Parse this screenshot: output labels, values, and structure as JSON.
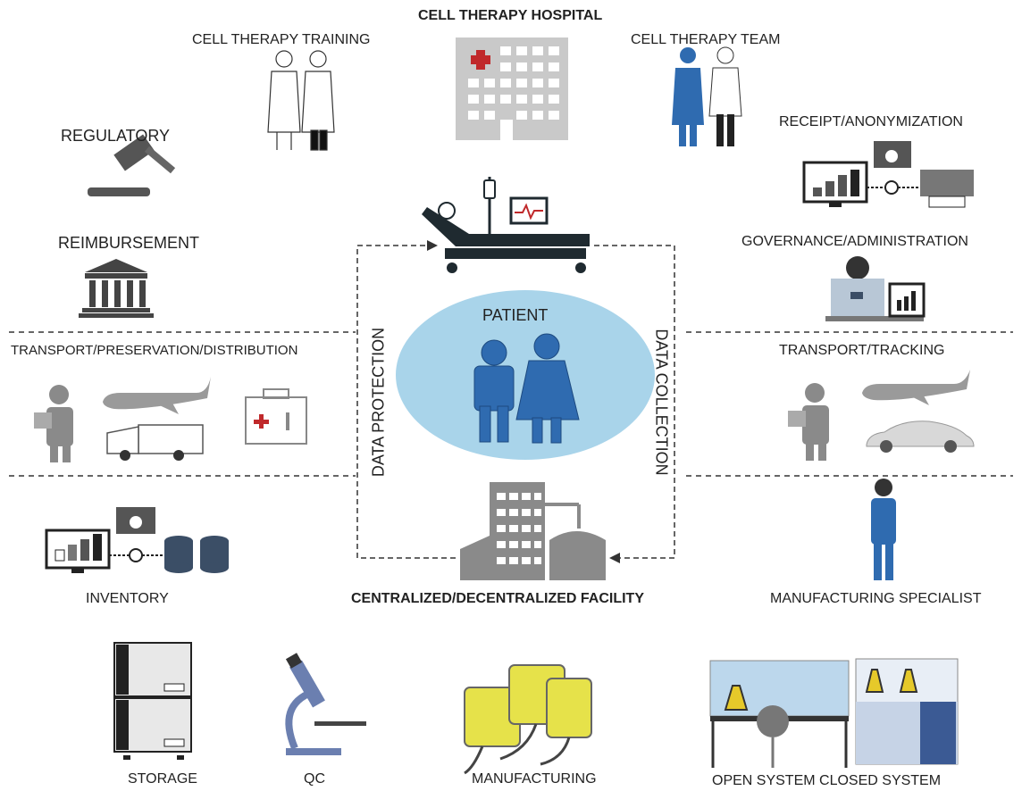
{
  "hospital": {
    "title": "CELL THERAPY HOSPITAL",
    "training": "CELL THERAPY TRAINING",
    "team": "CELL THERAPY TEAM"
  },
  "left": {
    "regulatory": "REGULATORY",
    "reimbursement": "REIMBURSEMENT",
    "transport": "TRANSPORT/PRESERVATION/DISTRIBUTION",
    "inventory": "INVENTORY"
  },
  "right": {
    "receipt": "RECEIPT/ANONYMIZATION",
    "governance": "GOVERNANCE/ADMINISTRATION",
    "tracking": "TRANSPORT/TRACKING",
    "specialist": "MANUFACTURING SPECIALIST"
  },
  "center": {
    "patient": "PATIENT",
    "data_protection": "DATA PROTECTION",
    "data_collection": "DATA COLLECTION",
    "facility": "CENTRALIZED/DECENTRALIZED FACILITY"
  },
  "bottom": {
    "storage": "STORAGE",
    "qc": "QC",
    "manufacturing": "MANUFACTURING",
    "open_closed": "OPEN SYSTEM CLOSED SYSTEM"
  },
  "colors": {
    "accent_blue": "#2f6bb0",
    "light_blue": "#a9d4ea",
    "grey": "#8a8a8a",
    "dark": "#1f2a30",
    "red": "#c0292b",
    "yellow": "#e6e24a"
  }
}
